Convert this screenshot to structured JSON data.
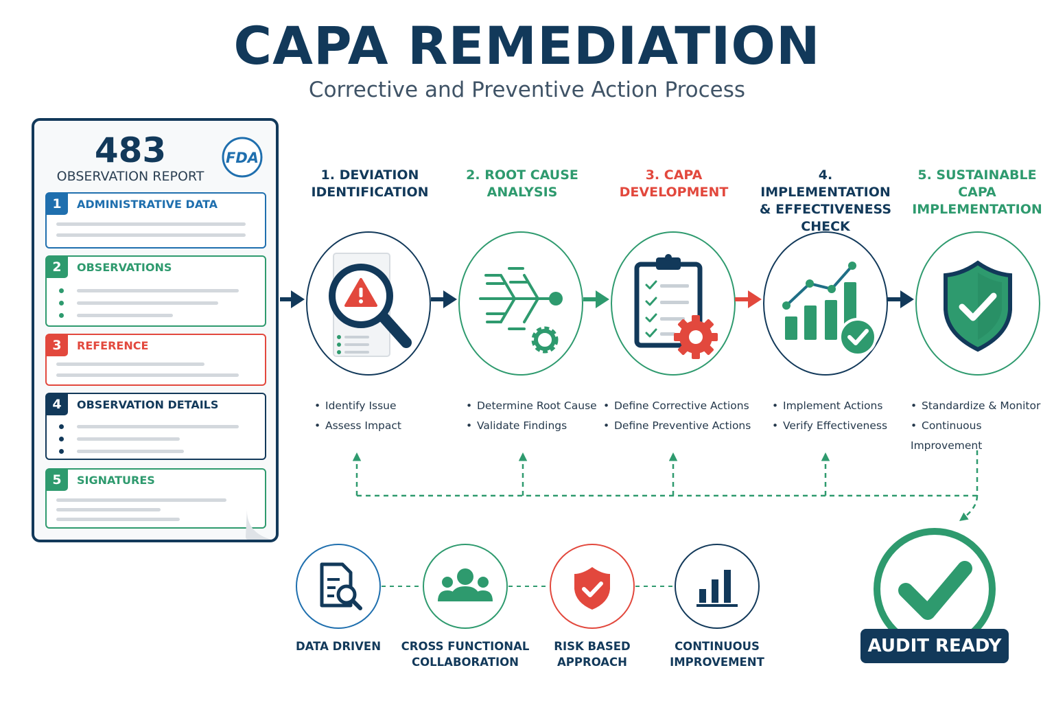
{
  "header": {
    "title": "CAPA REMEDIATION",
    "subtitle": "Corrective and Preventive Action Process"
  },
  "report": {
    "number": "483",
    "title": "OBSERVATION REPORT",
    "logo_text": "FDA",
    "sections": [
      {
        "num": "1",
        "label": "ADMINISTRATIVE DATA",
        "color": "#1f6fae"
      },
      {
        "num": "2",
        "label": "OBSERVATIONS",
        "color": "#2e9a6e"
      },
      {
        "num": "3",
        "label": "REFERENCE",
        "color": "#e2483d"
      },
      {
        "num": "4",
        "label": "OBSERVATION DETAILS",
        "color": "#12395a"
      },
      {
        "num": "5",
        "label": "SIGNATURES",
        "color": "#2e9a6e"
      }
    ]
  },
  "steps": [
    {
      "title": "1. DEVIATION IDENTIFICATION",
      "color": "#12395a",
      "icon": "magnifier-warning-icon",
      "bullets": [
        "Identify Issue",
        "Assess Impact"
      ]
    },
    {
      "title": "2. ROOT CAUSE ANALYSIS",
      "color": "#2e9a6e",
      "icon": "fishbone-gear-icon",
      "bullets": [
        "Determine Root Cause",
        "Validate Findings"
      ]
    },
    {
      "title": "3. CAPA DEVELOPMENT",
      "color": "#e2483d",
      "icon": "clipboard-gear-icon",
      "bullets": [
        "Define Corrective Actions",
        "Define Preventive Actions"
      ]
    },
    {
      "title": "4. IMPLEMENTATION & EFFECTIVENESS CHECK",
      "color": "#12395a",
      "icon": "chart-check-icon",
      "bullets": [
        "Implement Actions",
        "Verify Effectiveness"
      ]
    },
    {
      "title": "5. SUSTAINABLE CAPA IMPLEMENTATION",
      "color": "#2e9a6e",
      "icon": "shield-check-icon",
      "bullets": [
        "Standardize & Monitor",
        "Continuous Improvement"
      ]
    }
  ],
  "principles": [
    {
      "label": "DATA DRIVEN",
      "color": "#1f6fae",
      "icon": "document-search-icon"
    },
    {
      "label": "CROSS FUNCTIONAL COLLABORATION",
      "color": "#2e9a6e",
      "icon": "team-icon"
    },
    {
      "label": "RISK BASED APPROACH",
      "color": "#e2483d",
      "icon": "shield-check-icon"
    },
    {
      "label": "CONTINUOUS IMPROVEMENT",
      "color": "#12395a",
      "icon": "bar-chart-icon"
    }
  ],
  "outcome": {
    "label": "AUDIT READY",
    "color": "#2e9a6e",
    "icon": "checkmark-icon"
  }
}
